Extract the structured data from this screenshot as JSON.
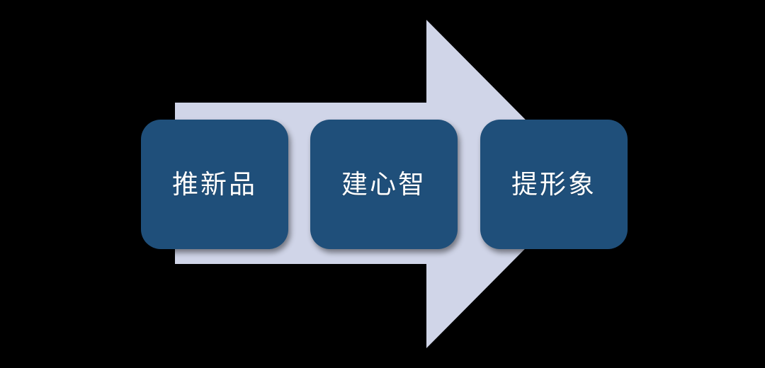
{
  "diagram": {
    "type": "process-arrow",
    "direction": "right",
    "description": "Three-step process flow displayed on a large right-pointing arrow"
  },
  "steps": [
    {
      "label": "推新品"
    },
    {
      "label": "建心智"
    },
    {
      "label": "提形象"
    }
  ],
  "colors": {
    "arrow_fill": "#D0D5E8",
    "box_fill": "#1F4F7A",
    "label_text": "#FFFFFF",
    "background": "#000000"
  }
}
